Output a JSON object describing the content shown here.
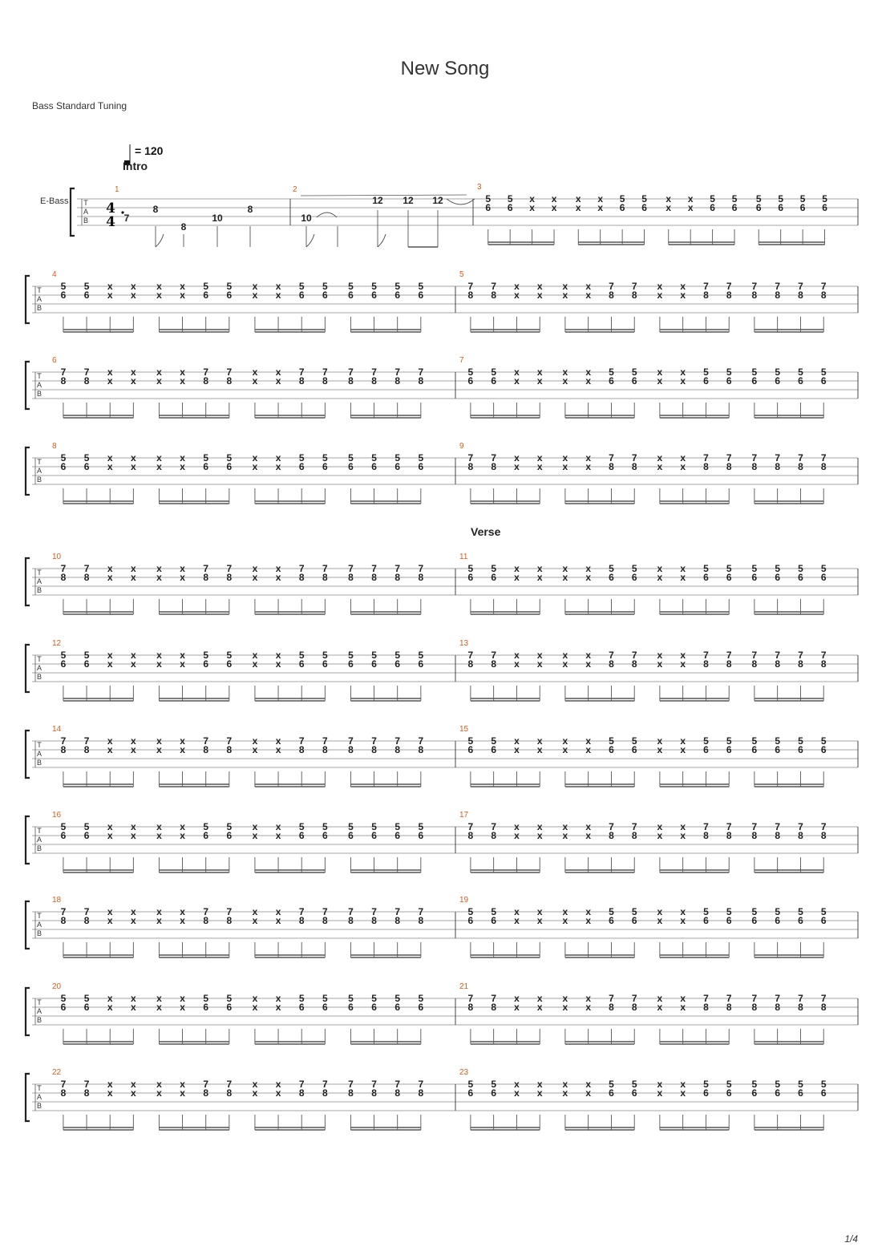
{
  "title": "New Song",
  "tuning": "Bass Standard Tuning",
  "instrument": "E-Bass",
  "tab_letters": [
    "T",
    "A",
    "B"
  ],
  "tempo": "= 120",
  "time_signature": {
    "top": "4",
    "bottom": "4"
  },
  "page_number": "1/4",
  "sections": {
    "intro": "Intro",
    "verse": "Verse"
  },
  "intro_bars": {
    "bar1": {
      "number": "1",
      "notes": [
        "7",
        "8",
        "8",
        "10",
        "8"
      ]
    },
    "bar2": {
      "number": "2",
      "notes": [
        "10",
        "12",
        "12",
        "12"
      ]
    }
  },
  "riff_A": {
    "top": [
      "5",
      "5",
      "x",
      "x",
      "x",
      "x",
      "5",
      "5",
      "x",
      "x",
      "5",
      "5",
      "5",
      "5",
      "5",
      "5"
    ],
    "bottom": [
      "6",
      "6",
      "x",
      "x",
      "x",
      "x",
      "6",
      "6",
      "x",
      "x",
      "6",
      "6",
      "6",
      "6",
      "6",
      "6"
    ]
  },
  "riff_B": {
    "top": [
      "7",
      "7",
      "x",
      "x",
      "x",
      "x",
      "7",
      "7",
      "x",
      "x",
      "7",
      "7",
      "7",
      "7",
      "7",
      "7"
    ],
    "bottom": [
      "8",
      "8",
      "x",
      "x",
      "x",
      "x",
      "8",
      "8",
      "x",
      "x",
      "8",
      "8",
      "8",
      "8",
      "8",
      "8"
    ]
  },
  "bars": [
    {
      "number": "3",
      "riff": "A"
    },
    {
      "number": "4",
      "riff": "A"
    },
    {
      "number": "5",
      "riff": "B"
    },
    {
      "number": "6",
      "riff": "B"
    },
    {
      "number": "7",
      "riff": "A"
    },
    {
      "number": "8",
      "riff": "A"
    },
    {
      "number": "9",
      "riff": "B"
    },
    {
      "number": "10",
      "riff": "B"
    },
    {
      "number": "11",
      "riff": "A"
    },
    {
      "number": "12",
      "riff": "A"
    },
    {
      "number": "13",
      "riff": "B"
    },
    {
      "number": "14",
      "riff": "B"
    },
    {
      "number": "15",
      "riff": "A"
    },
    {
      "number": "16",
      "riff": "A"
    },
    {
      "number": "17",
      "riff": "B"
    },
    {
      "number": "18",
      "riff": "B"
    },
    {
      "number": "19",
      "riff": "A"
    },
    {
      "number": "20",
      "riff": "A"
    },
    {
      "number": "21",
      "riff": "B"
    },
    {
      "number": "22",
      "riff": "B"
    },
    {
      "number": "23",
      "riff": "A"
    }
  ]
}
